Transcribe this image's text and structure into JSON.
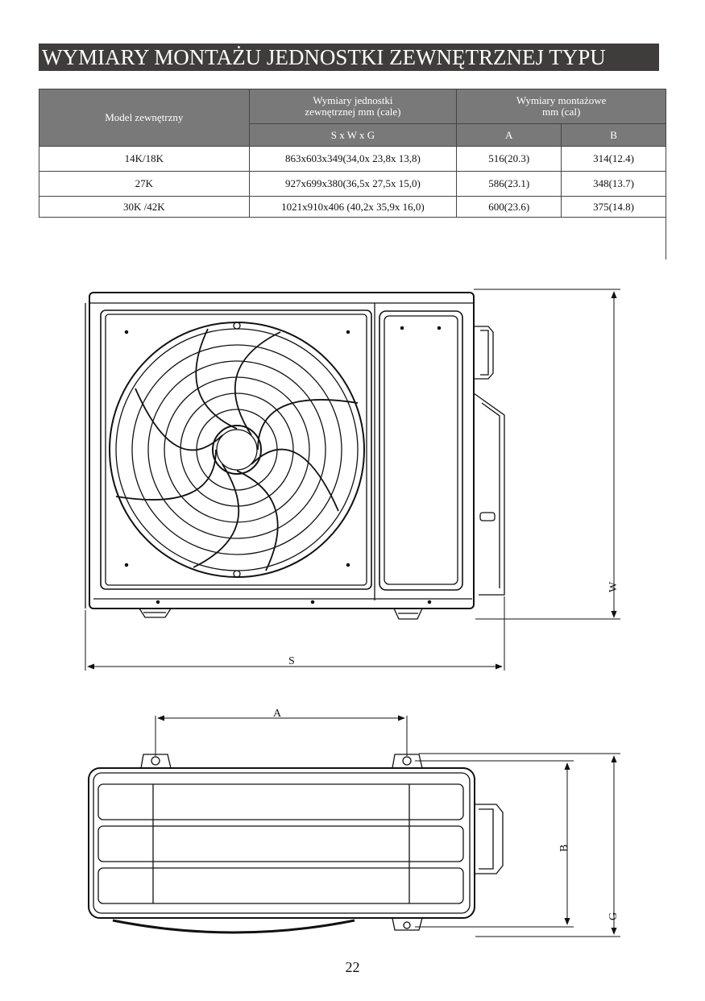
{
  "page": {
    "title": "WYMIARY MONTAŻU JEDNOSTKI ZEWNĘTRZNEJ TYPU",
    "page_number": "22"
  },
  "table": {
    "col_model": "Model zewnętrzny",
    "group_unit_line1": "Wymiary jednostki",
    "group_unit_line2": "zewnętrznej mm (cale)",
    "group_mount_line1": "Wymiary montażowe",
    "group_mount_line2": "mm (cal)",
    "sub_swg": "S x W x G",
    "sub_a": "A",
    "sub_b": "B",
    "rows": [
      {
        "model": "14K/18K",
        "dims": "863x603x349(34,0x 23,8x 13,8)",
        "a": "516(20.3)",
        "b": "314(12.4)"
      },
      {
        "model": "27K",
        "dims": "927x699x380(36,5x 27,5x 15,0)",
        "a": "586(23.1)",
        "b": "348(13.7)"
      },
      {
        "model": "30K /42K",
        "dims": "1021x910x406 (40,2x 35,9x 16,0)",
        "a": "600(23.6)",
        "b": "375(14.8)"
      }
    ]
  },
  "drawing": {
    "label_w": "W",
    "label_s": "S",
    "label_a": "A",
    "label_b": "B",
    "label_g": "G"
  }
}
